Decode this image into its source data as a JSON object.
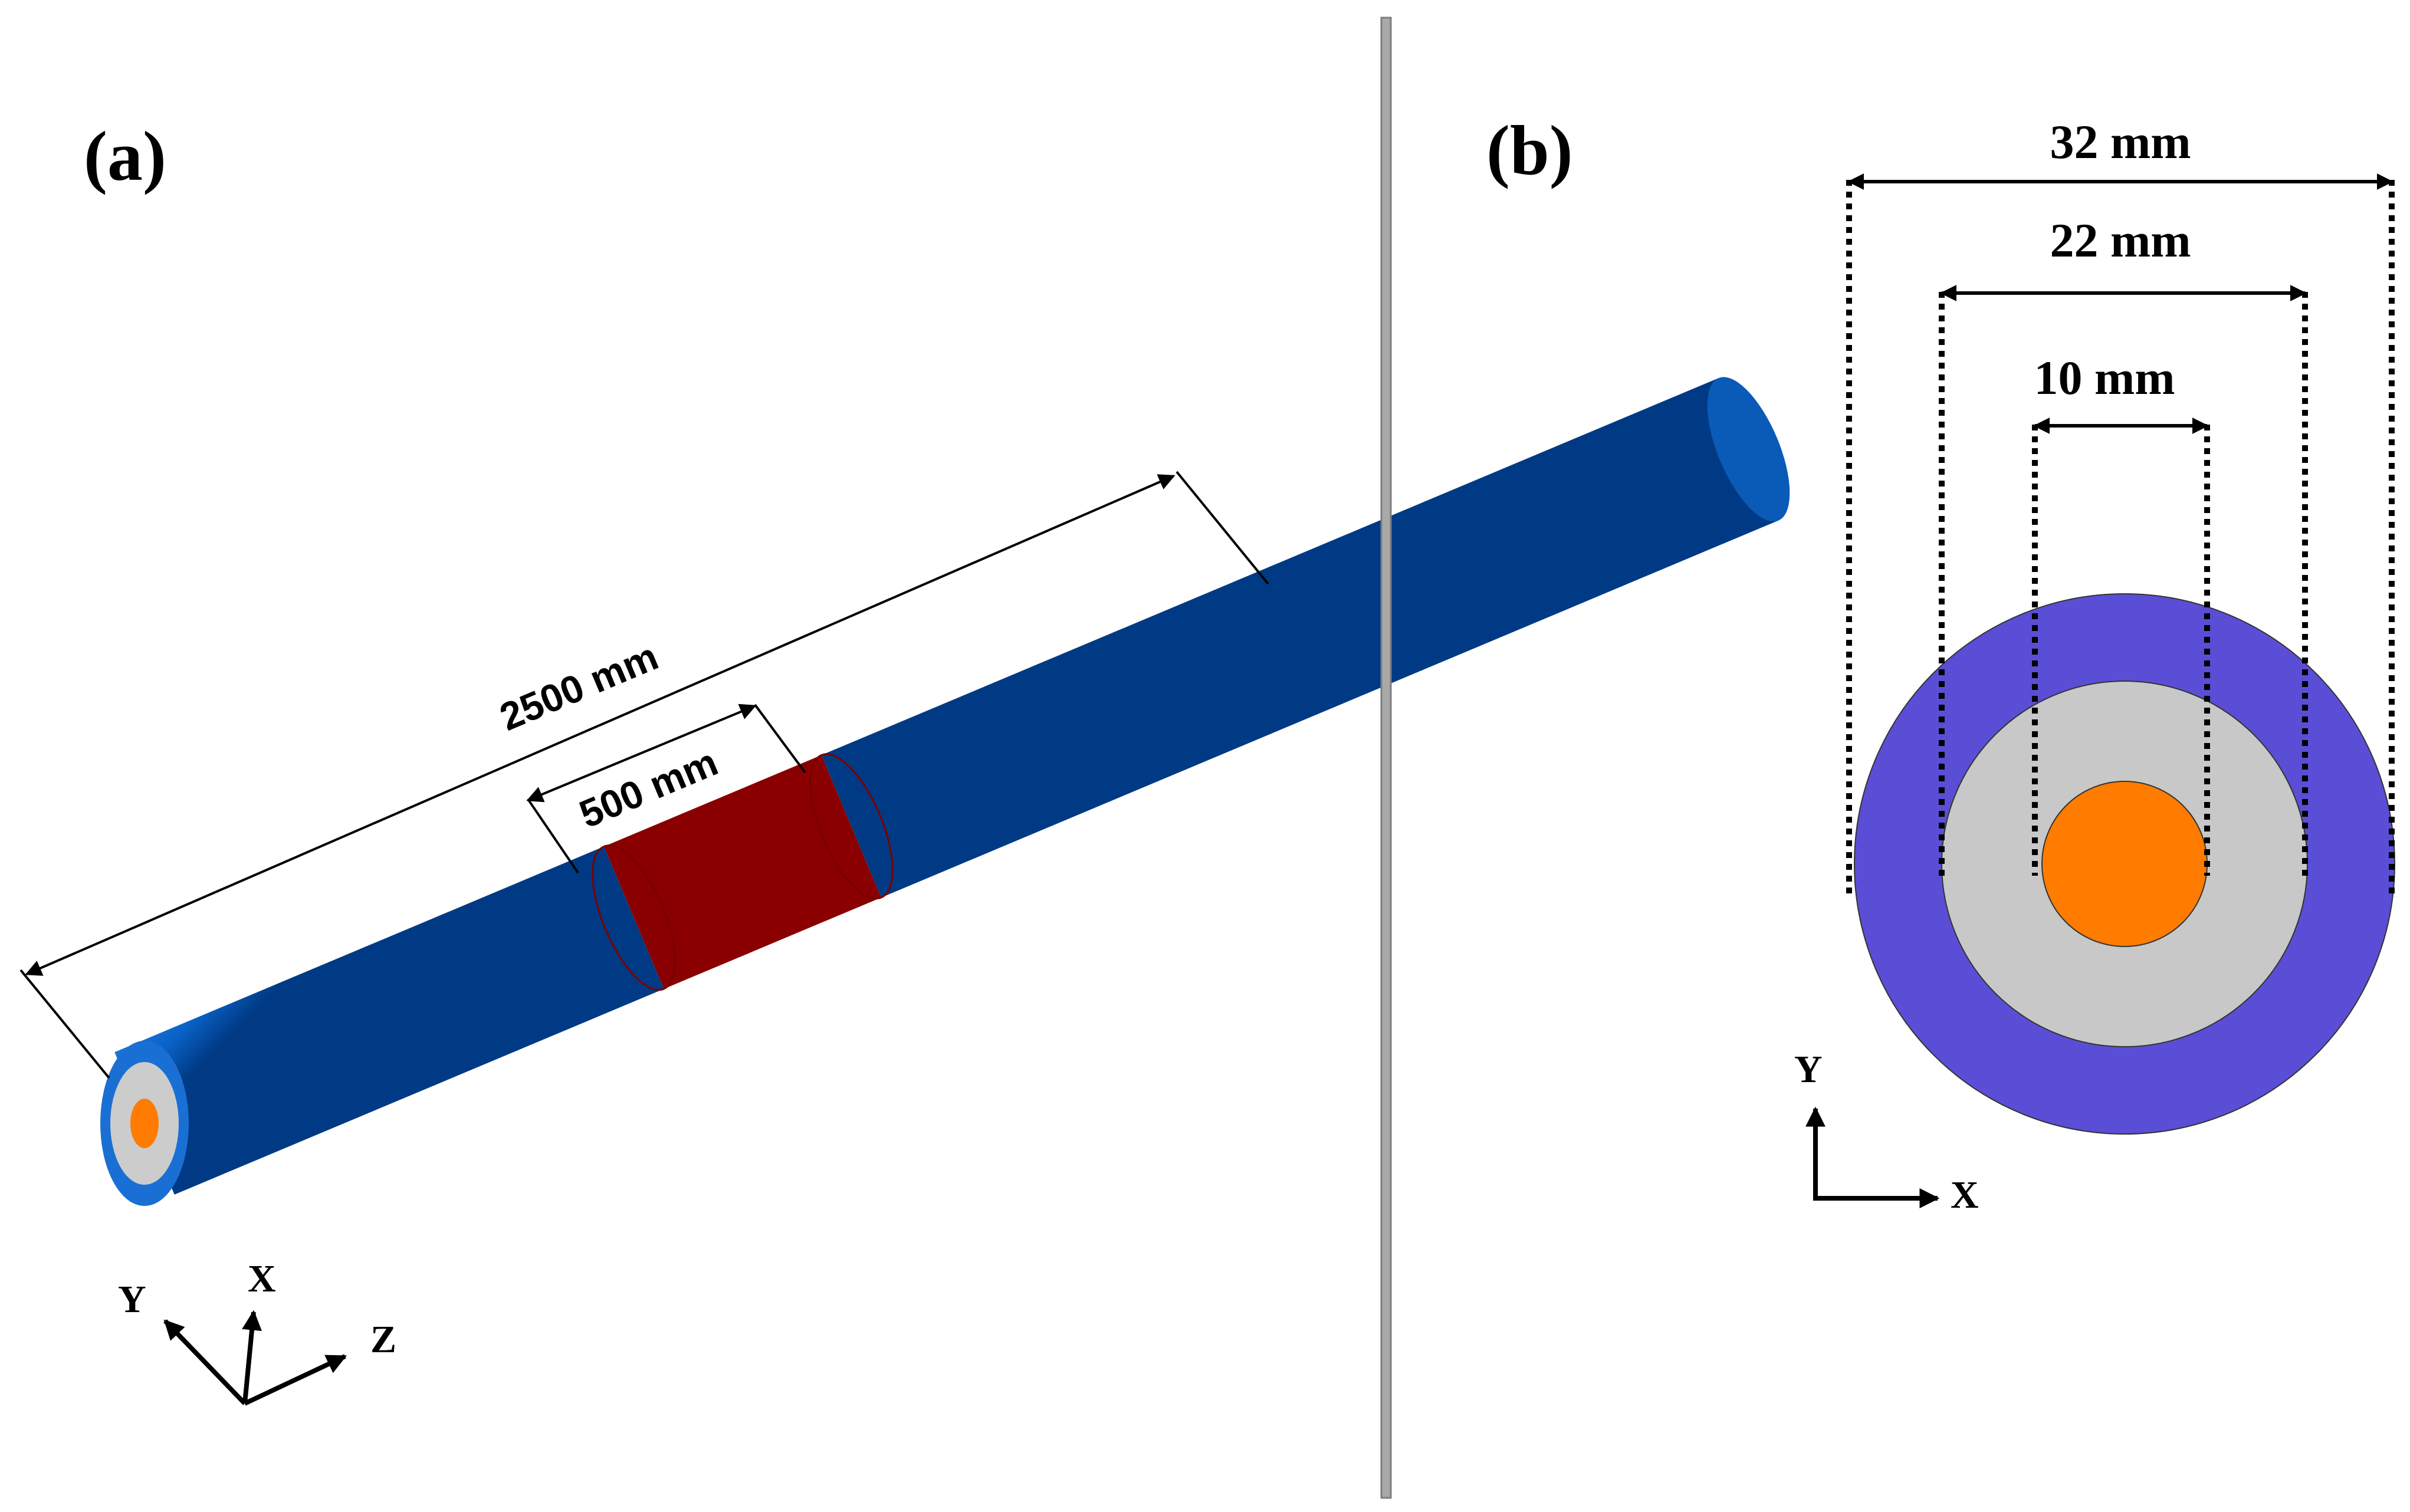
{
  "panels": {
    "a": {
      "label": "(a)",
      "total_length": "2500 mm",
      "segment_length": "500 mm",
      "axes": {
        "x": "X",
        "y": "Y",
        "z": "Z"
      }
    },
    "b": {
      "label": "(b)",
      "outer_diameter": "32 mm",
      "middle_diameter": "22 mm",
      "inner_diameter": "10 mm",
      "axes": {
        "x": "X",
        "y": "Y"
      }
    }
  },
  "colors": {
    "tube_blue": "#0a62c8",
    "heated_red": "#e50000",
    "outer_ring": "#5a4ed6",
    "middle_ring": "#c8c8c8",
    "core": "#ff7c00",
    "divider": "#a9a9a9"
  }
}
